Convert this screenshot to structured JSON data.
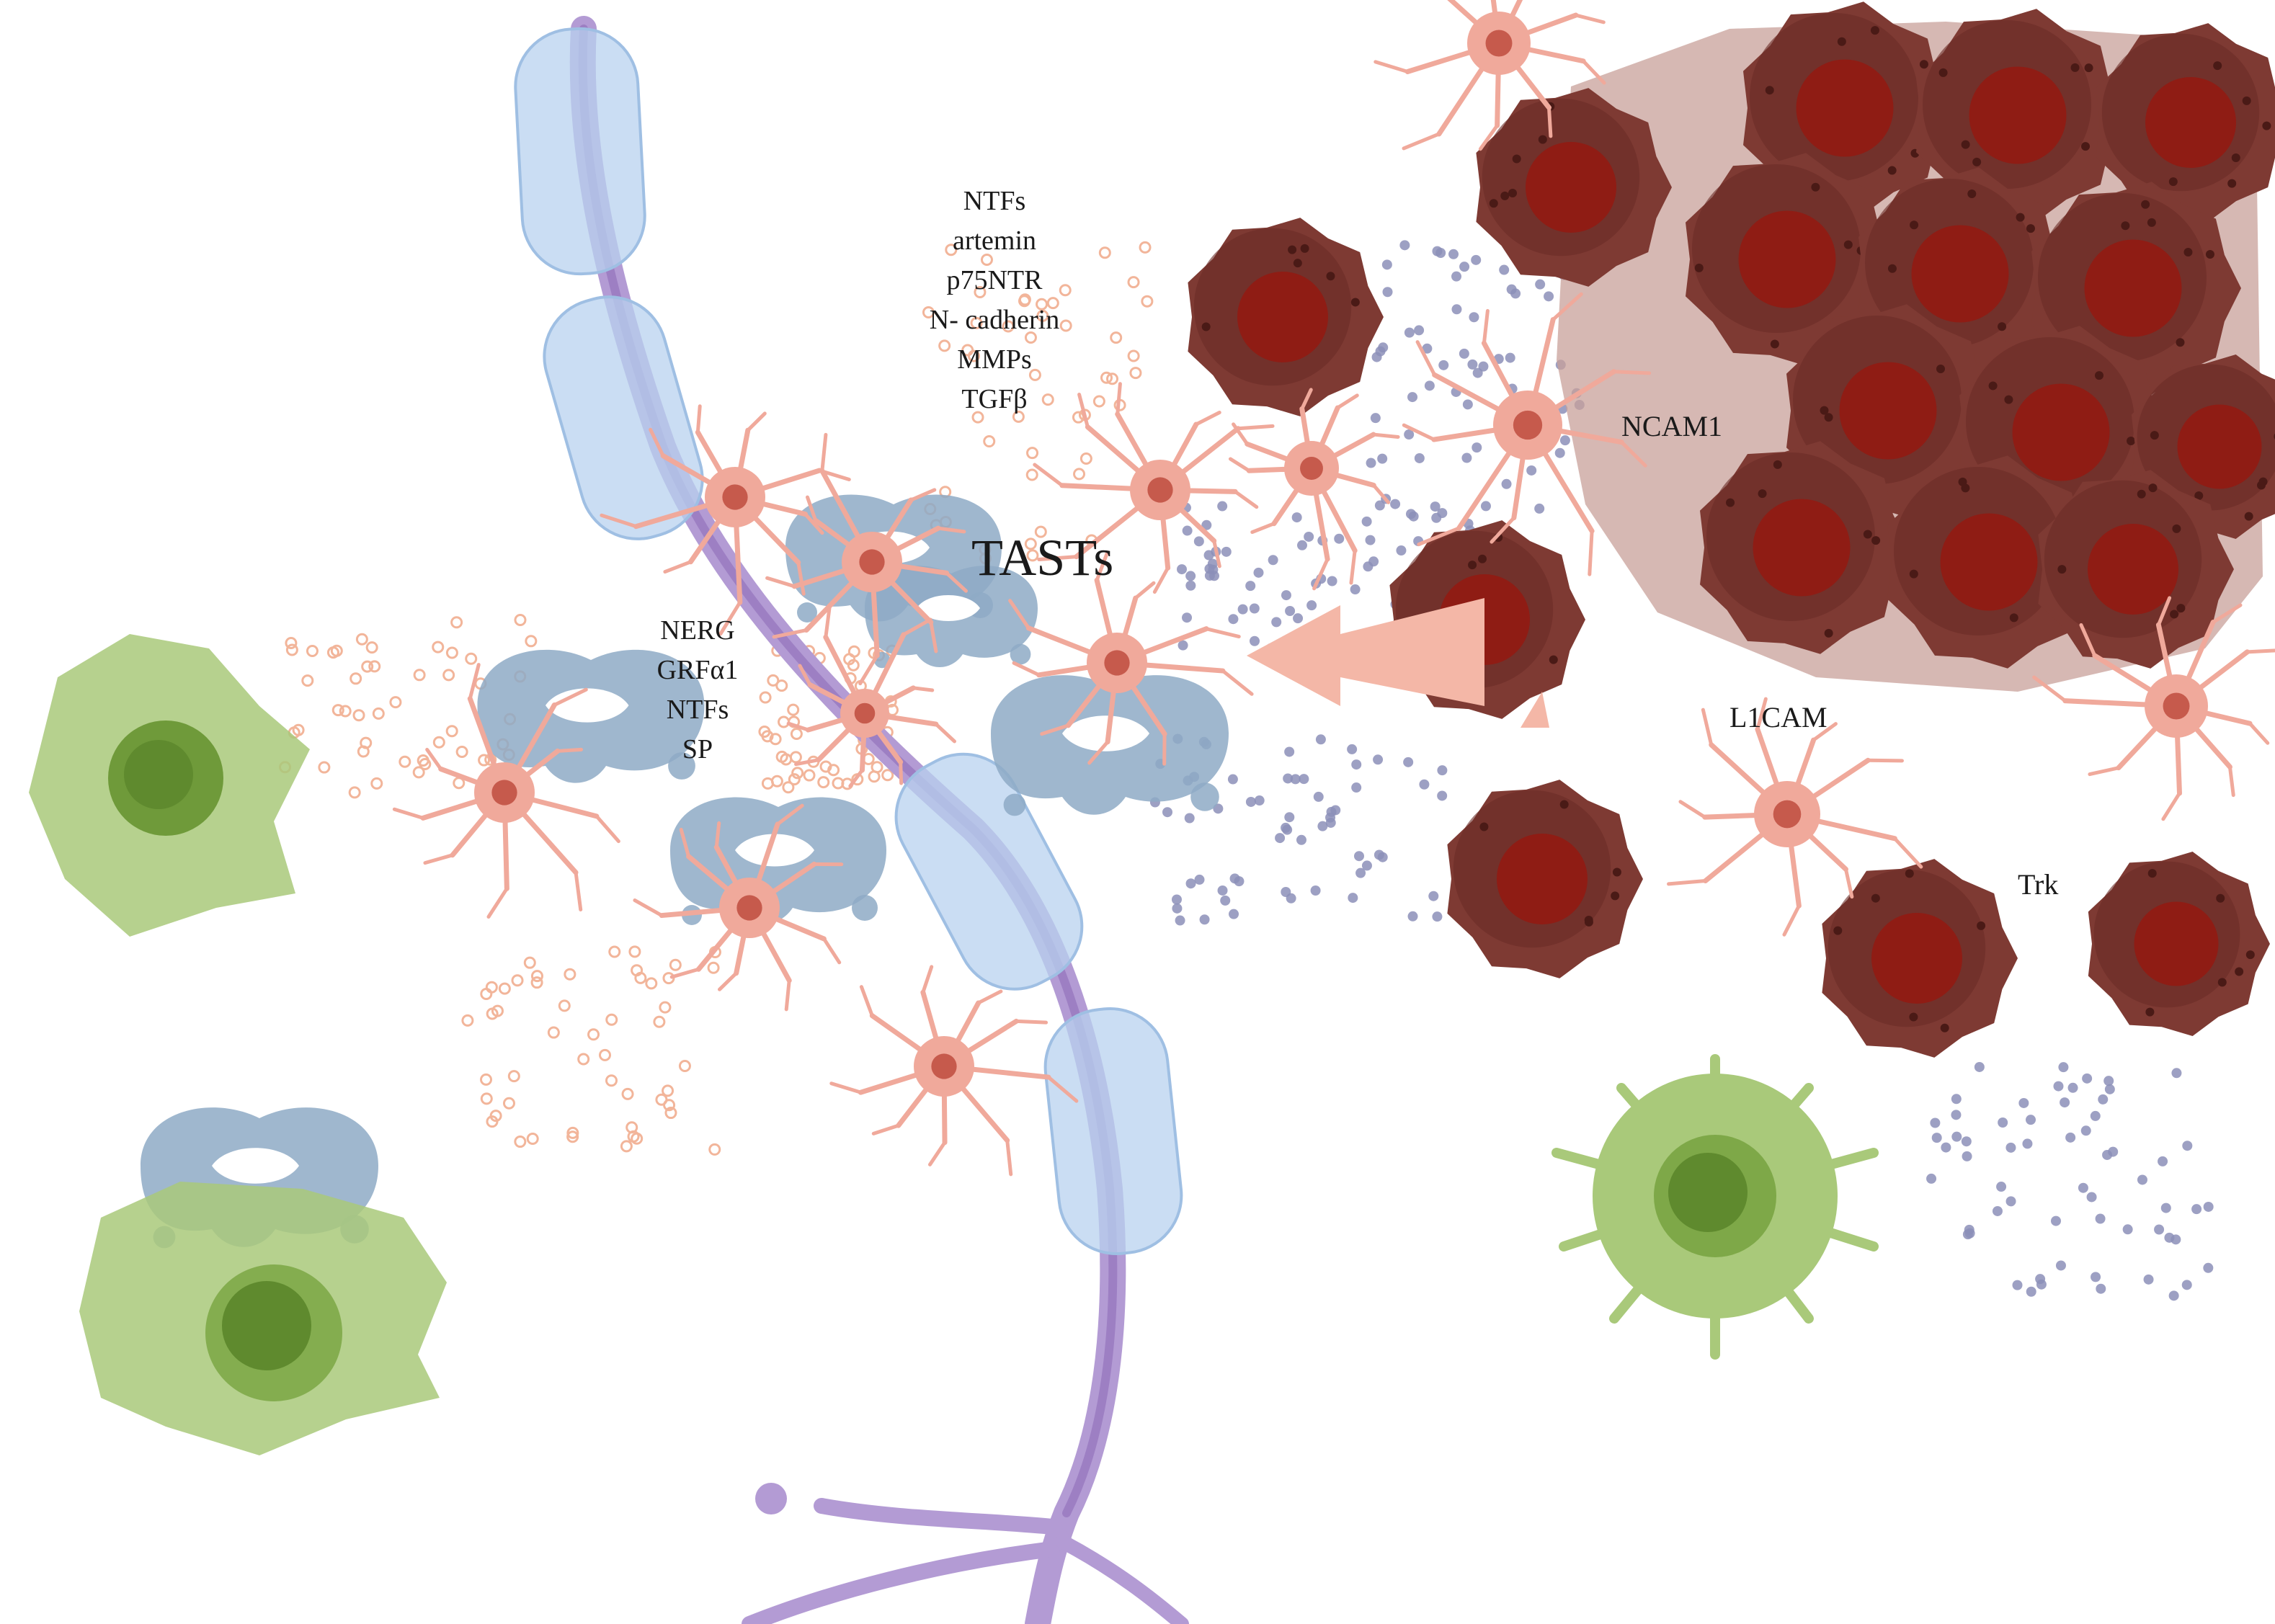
{
  "figure": {
    "factors_top": [
      "NTFs",
      "artemin",
      "p75NTR",
      "N- cadherin",
      "MMPs",
      "TGFβ"
    ],
    "factors_left": [
      "NERG",
      "GRFα1",
      "NTFs",
      "SP"
    ],
    "label_tasts": "TASTs",
    "label_ncam1": "NCAM1",
    "label_l1cam": "L1CAM",
    "label_trk": "Trk"
  },
  "colors": {
    "tumor_cell": "#7e3a33",
    "tumor_nucleus": "#8f1c14",
    "schwann_cell": "#f0a99b",
    "glial_blob": "#8eaac6",
    "myelin_sheath": "#b8d2ef",
    "axon": "#a88cc8",
    "macrophage": "#a9c97a",
    "signal_dot_purple": "#8c8fb8",
    "signal_dot_peach": "#f2b59a"
  },
  "icons": [
    "tumor-cell",
    "schwann-cell",
    "macrophage",
    "nerve-axon",
    "myelin-sheath",
    "migration-arrow"
  ]
}
